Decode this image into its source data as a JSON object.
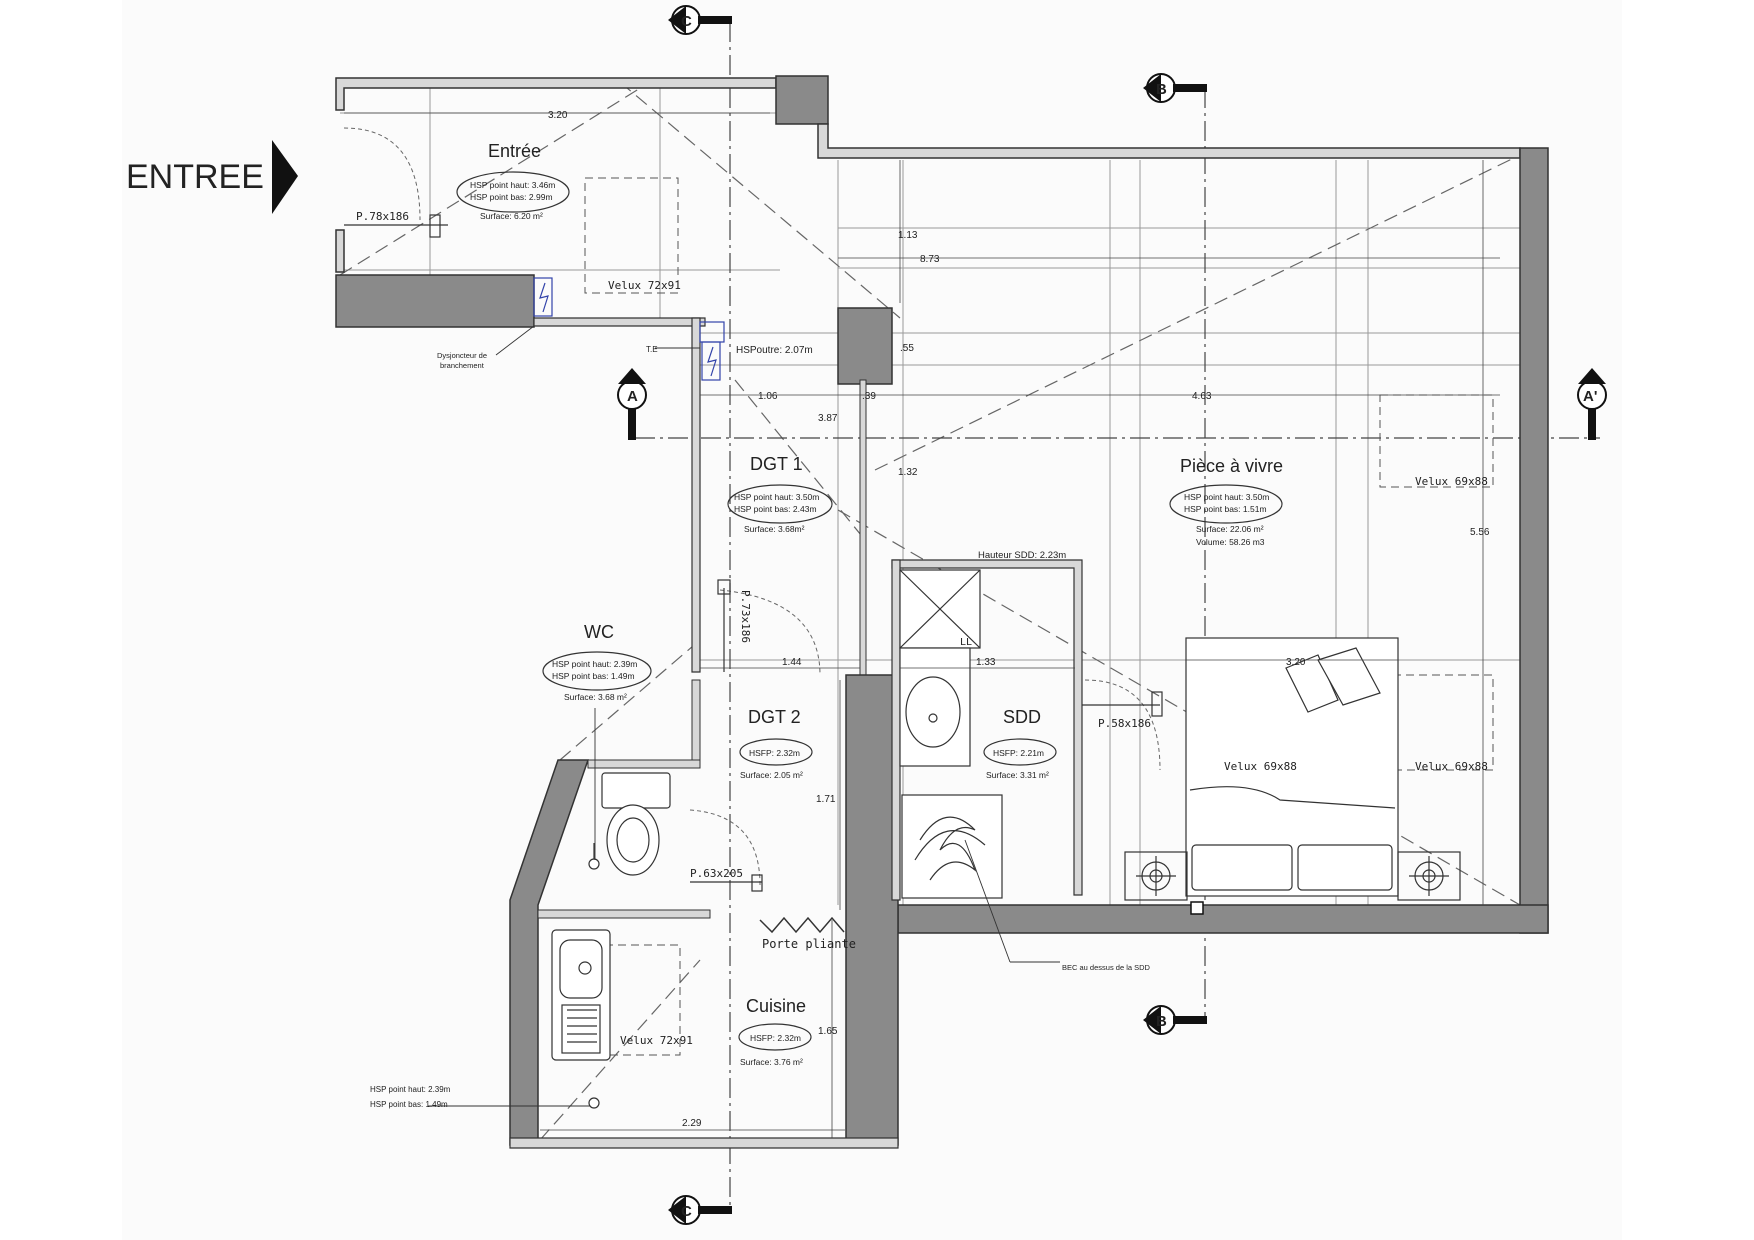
{
  "entry_label": "ENTREE",
  "section_markers": {
    "c": "C",
    "b": "B",
    "a": "A",
    "a_prime": "A'"
  },
  "rooms": {
    "entree": {
      "name": "Entrée",
      "hsp_high": "HSP point haut: 3.46m",
      "hsp_low": "HSP point bas: 2.99m",
      "surface": "Surface: 6.20 m²"
    },
    "dgt1": {
      "name": "DGT 1",
      "hsp_high": "HSP point haut: 3.50m",
      "hsp_low": "HSP point bas: 2.43m",
      "surface": "Surface: 3.68m²"
    },
    "wc": {
      "name": "WC",
      "hsp_high": "HSP point haut: 2.39m",
      "hsp_low": "HSP point bas: 1.49m",
      "surface": "Surface: 3.68 m²"
    },
    "dgt2": {
      "name": "DGT 2",
      "hsfp": "HSFP: 2.32m",
      "surface": "Surface: 2.05 m²"
    },
    "sdd": {
      "name": "SDD",
      "hsfp": "HSFP: 2.21m",
      "surface": "Surface: 3.31 m²"
    },
    "piece": {
      "name": "Pièce à vivre",
      "hsp_high": "HSP point haut: 3.50m",
      "hsp_low": "HSP point bas: 1.51m",
      "surface": "Surface: 22.06 m²",
      "volume": "Volume: 58.26 m3"
    },
    "cuisine": {
      "name": "Cuisine",
      "hsfp": "HSFP: 2.32m",
      "surface": "Surface: 3.76 m²"
    }
  },
  "annotations": {
    "doors": {
      "entree": "P.78x186",
      "dgt1": "P.73x186",
      "sdd": "P.58x186",
      "wc": "P.63x205"
    },
    "velux": {
      "entree": "Velux 72x91",
      "cuisine": "Velux 72x91",
      "piece_top": "Velux 69x88",
      "bed_left": "Velux 69x88",
      "bed_right": "Velux 69x88"
    },
    "disjoncteur": [
      "Dysjoncteur de",
      "branchement"
    ],
    "te": "T.E",
    "hs_poutre": "HSPoutre: 2.07m",
    "hauteur_sdd": "Hauteur SDD: 2.23m",
    "ll": "LL",
    "porte_pliante": "Porte pliante",
    "bec": "BEC au dessus de la SDD",
    "cuisine_hsp_high": "HSP point haut: 2.39m",
    "cuisine_hsp_low": "HSP point bas: 1.49m"
  },
  "dimensions": {
    "d_3_20_top": "3.20",
    "d_1_13": "1.13",
    "d_8_73": "8.73",
    "d_55": ".55",
    "d_1_06": "1.06",
    "d_39": ".39",
    "d_4_63": "4.63",
    "d_3_87": "3.87",
    "d_1_32": "1.32",
    "d_5_56": "5.56",
    "d_1_44": "1.44",
    "d_1_33": "1.33",
    "d_3_20_bed": "3.20",
    "d_1_71": "1.71",
    "d_1_65": "1.65",
    "d_2_29": "2.29"
  }
}
